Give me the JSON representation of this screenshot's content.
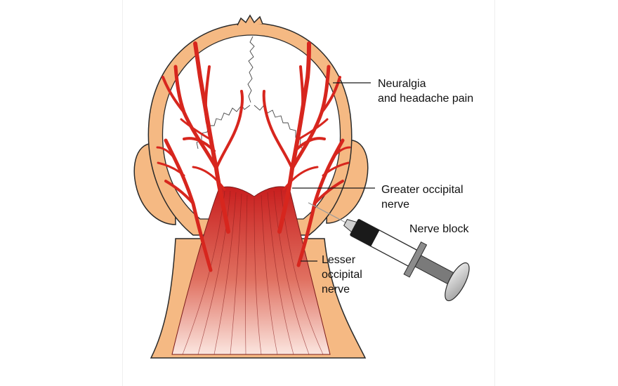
{
  "labels": {
    "neuralgia": "Neuralgia\nand headache pain",
    "greater_occipital": "Greater occipital\nnerve",
    "nerve_block": "Nerve block",
    "lesser_occipital": "Lesser\noccipital\nnerve"
  },
  "colors": {
    "skin": "#f5b983",
    "skin_outline": "#2a2a2a",
    "nerve": "#d7261e",
    "muscle": "#c81e1e",
    "syringe_body": "#7a7a7a",
    "syringe_dark": "#1a1a1a"
  }
}
